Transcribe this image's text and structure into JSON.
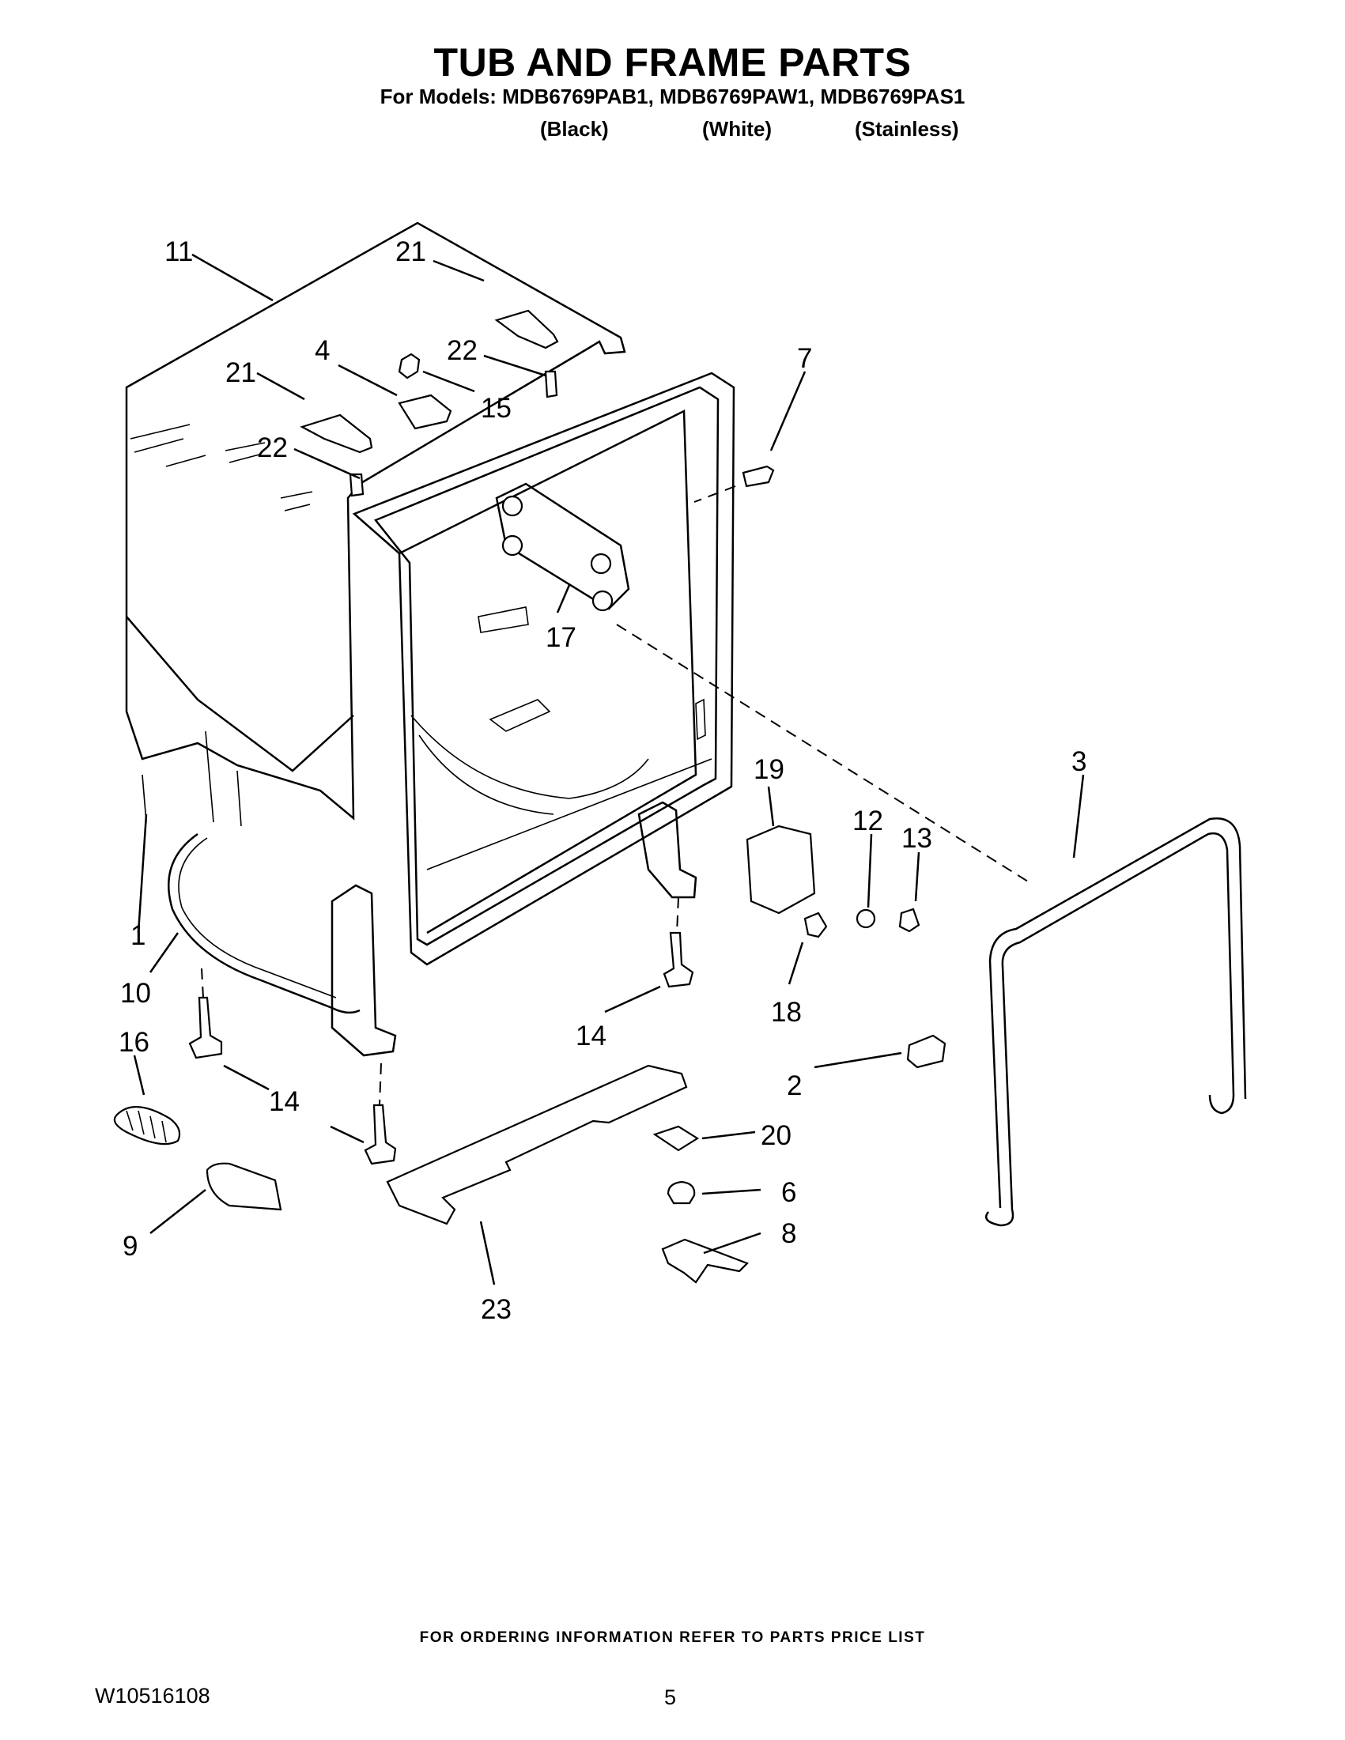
{
  "header": {
    "title": "TUB AND FRAME PARTS",
    "subtitle": "For Models: MDB6769PAB1, MDB6769PAW1, MDB6769PAS1",
    "variants": [
      "(Black)",
      "(White)",
      "(Stainless)"
    ]
  },
  "callouts": [
    "11",
    "21",
    "4",
    "22",
    "15",
    "21",
    "22",
    "7",
    "17",
    "19",
    "3",
    "12",
    "13",
    "1",
    "10",
    "18",
    "16",
    "14",
    "14",
    "2",
    "20",
    "6",
    "8",
    "9",
    "23"
  ],
  "footer": {
    "ordering_note": "FOR ORDERING INFORMATION REFER TO PARTS PRICE LIST",
    "doc_number": "W10516108",
    "page_number": "5"
  }
}
